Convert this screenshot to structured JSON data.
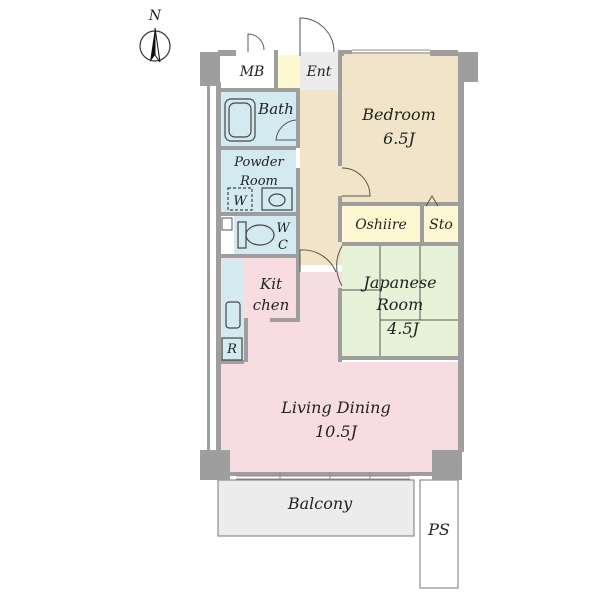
{
  "compass": {
    "label": "N"
  },
  "rooms": {
    "mb": "MB",
    "ent": "Ent",
    "bath": "Bath",
    "powder": [
      "Powder",
      "Room"
    ],
    "w_small": "W",
    "wc": [
      "W",
      "C"
    ],
    "kitchen": [
      "Kit",
      "chen"
    ],
    "r_small": "R",
    "bedroom": [
      "Bedroom",
      "6.5J"
    ],
    "oshiire": "Oshiire",
    "sto": "Sto",
    "japanese": [
      "Japanese",
      "Room",
      "4.5J"
    ],
    "living": [
      "Living Dining",
      "10.5J"
    ],
    "balcony": "Balcony",
    "ps": "PS"
  },
  "colors": {
    "wall": "#9e9e9e",
    "bedroom": "#f2e4c9",
    "hall": "#f2e4c9",
    "wet": "#d3eaf1",
    "japanese": "#e6f3d8",
    "living": "#f7dde2",
    "closet": "#fdf8d1",
    "balcony": "#ececec"
  }
}
